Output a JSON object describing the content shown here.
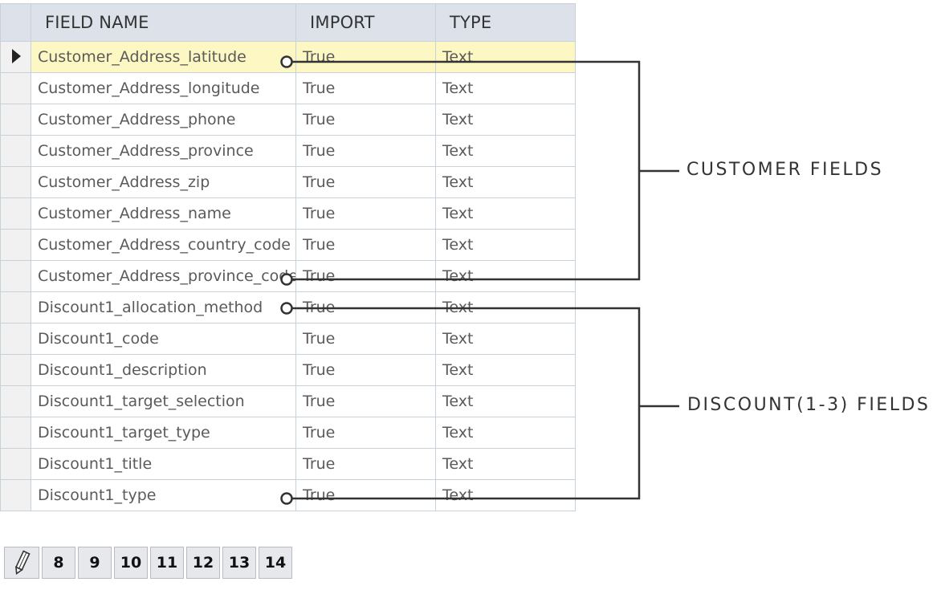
{
  "grid": {
    "headers": {
      "field_name": "FIELD NAME",
      "import": "IMPORT",
      "type": "TYPE"
    },
    "rows": [
      {
        "field": "Customer_Address_latitude",
        "import": "True",
        "type": "Text",
        "current": true
      },
      {
        "field": "Customer_Address_longitude",
        "import": "True",
        "type": "Text"
      },
      {
        "field": "Customer_Address_phone",
        "import": "True",
        "type": "Text"
      },
      {
        "field": "Customer_Address_province",
        "import": "True",
        "type": "Text"
      },
      {
        "field": "Customer_Address_zip",
        "import": "True",
        "type": "Text"
      },
      {
        "field": "Customer_Address_name",
        "import": "True",
        "type": "Text"
      },
      {
        "field": "Customer_Address_country_code",
        "import": "True",
        "type": "Text"
      },
      {
        "field": "Customer_Address_province_code",
        "import": "True",
        "type": "Text"
      },
      {
        "field": "Discount1_allocation_method",
        "import": "True",
        "type": "Text"
      },
      {
        "field": "Discount1_code",
        "import": "True",
        "type": "Text"
      },
      {
        "field": "Discount1_description",
        "import": "True",
        "type": "Text"
      },
      {
        "field": "Discount1_target_selection",
        "import": "True",
        "type": "Text"
      },
      {
        "field": "Discount1_target_type",
        "import": "True",
        "type": "Text"
      },
      {
        "field": "Discount1_title",
        "import": "True",
        "type": "Text"
      },
      {
        "field": "Discount1_type",
        "import": "True",
        "type": "Text"
      }
    ]
  },
  "callouts": {
    "customer": "CUSTOMER FIELDS",
    "discount": "DISCOUNT(1-3) FIELDS"
  },
  "pager": {
    "edit_icon": "pencil-icon",
    "pages": [
      "8",
      "9",
      "10",
      "11",
      "12",
      "13",
      "14"
    ]
  },
  "colors": {
    "header_bg": "#dde2ea",
    "current_row_bg": "#fdf7c3",
    "grid_line": "#c8d0d8",
    "callout_line": "#333333"
  }
}
